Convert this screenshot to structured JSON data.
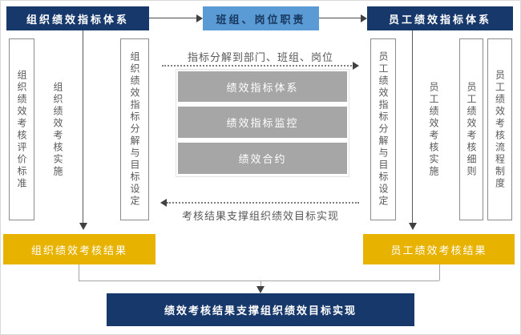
{
  "colors": {
    "navy": "#17386B",
    "light_blue": "#5B9BD5",
    "light_blue_text": "#17375E",
    "gold": "#E7B300",
    "gray_box": "#A6A6A6",
    "box_border": "#8C8C8C",
    "muted_text": "#595959",
    "arrow": "#404040"
  },
  "top_row": {
    "org_system": "组织绩效指标体系",
    "team_duty": "班组、岗位职责",
    "emp_system": "员工绩效指标体系"
  },
  "left_column": {
    "eval_standard": "组织绩效考核评价标准",
    "impl": "组织绩效考核实施",
    "decompose": "组织绩效指标分解与目标设定"
  },
  "middle": {
    "top_arrow_label": "指标分解到部门、班组、岗位",
    "items": [
      "绩效指标体系",
      "绩效指标监控",
      "绩效合约"
    ],
    "bottom_arrow_label": "考核结果支撑组织绩效目标实现"
  },
  "right_column": {
    "decompose": "员工绩效指标分解与目标设定",
    "impl": "员工绩效考核实施",
    "rules": "员工绩效考核细则",
    "process": "员工绩效考核流程制度"
  },
  "bottom_row": {
    "org_result": "组织绩效考核结果",
    "emp_result": "员工绩效考核结果",
    "goal": "绩效考核结果支撑组织绩效目标实现"
  }
}
